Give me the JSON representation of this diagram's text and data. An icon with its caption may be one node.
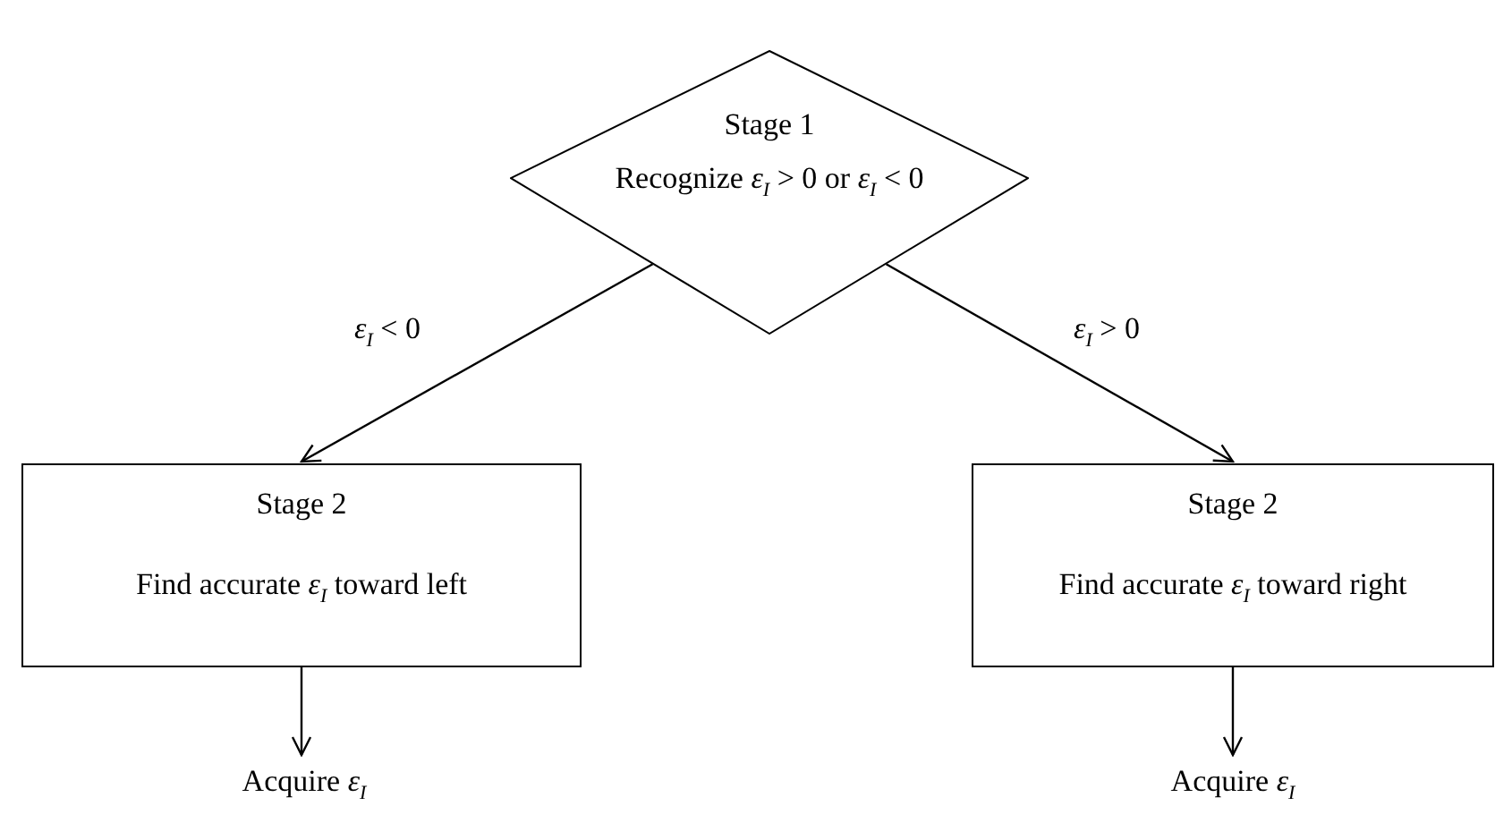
{
  "diagram": {
    "nodes": [
      {
        "text": [
          "Stage 1",
          "Recognize  *ε*$_{I}$ > 0  or  *ε*$_{I}$ < 0"
        ]
      },
      {
        "text": [
          "Stage 2",
          "Find accurate  *ε*$_{I}$  toward left"
        ]
      },
      {
        "text": [
          "Stage 2",
          "Find accurate  *ε*$_{I}$  toward right"
        ]
      },
      {
        "text": [
          "Acquire  *ε*$_{I}$"
        ]
      },
      {
        "text": [
          "Acquire  *ε*$_{I}$"
        ]
      }
    ],
    "edges": [
      {
        "from": 0,
        "to": 1,
        "arrow": "to",
        "label": "*ε*$_{I}$ < 0"
      },
      {
        "from": 0,
        "to": 2,
        "arrow": "to",
        "label": "*ε*$_{I}$ > 0"
      },
      {
        "from": 1,
        "to": 3,
        "arrow": "to"
      },
      {
        "from": 2,
        "to": 4,
        "arrow": "to"
      }
    ]
  }
}
